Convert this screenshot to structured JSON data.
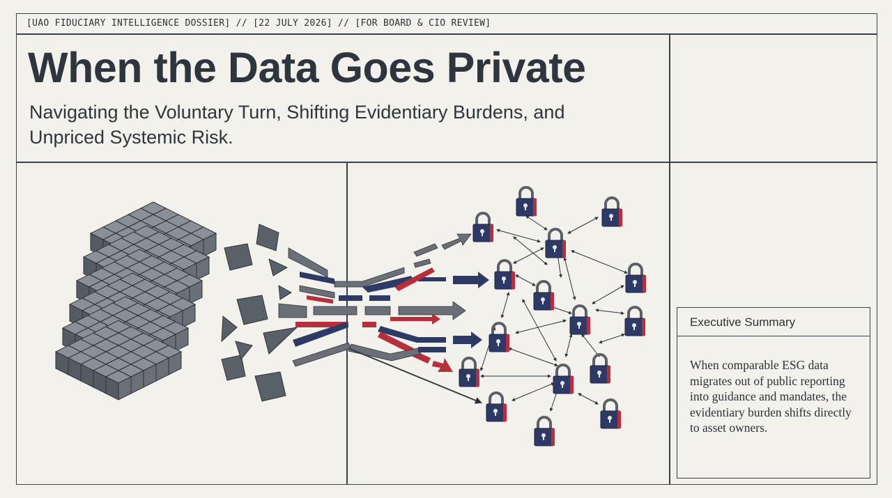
{
  "header": {
    "dossier_label": "[UAO FIDUCIARY INTELLIGENCE DOSSIER] // [22 JULY 2026] // [FOR BOARD & CIO REVIEW]"
  },
  "hero": {
    "title": "When the Data Goes Private",
    "subtitle": "Navigating the Voluntary Turn, Shifting Evidentiary Burdens, and Unpriced Systemic Risk."
  },
  "summary": {
    "heading": "Executive Summary",
    "body": "When comparable ESG data migrates out of public reporting into guidance and mandates, the evidentiary burden shifts directly to asset owners."
  },
  "colors": {
    "ink": "#2f353c",
    "paper": "#f2f1ec",
    "cube": "#5a6068",
    "navy": "#2d3a66",
    "red": "#b5303a",
    "grey_arrow": "#6b7078"
  },
  "icons": [
    "cube-icon",
    "lock-icon",
    "arrow-icon"
  ]
}
